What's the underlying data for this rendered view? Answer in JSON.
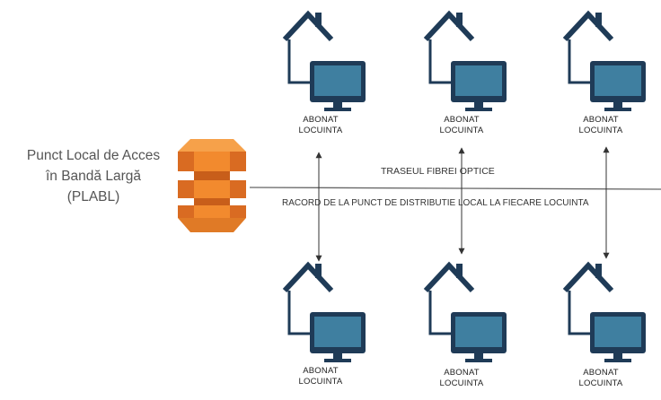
{
  "plabl": {
    "line1": "Punct Local de Acces",
    "line2": "în Bandă Largă",
    "line3": "(PLABL)"
  },
  "route_label": "TRASEUL FIBREI OPTICE",
  "connection_label": "RACORD DE LA PUNCT DE DISTRIBUTIE LOCAL LA FIECARE LOCUINTA",
  "subscribers": [
    {
      "line1": "ABONAT",
      "line2": "LOCUINTA",
      "row": "top"
    },
    {
      "line1": "ABONAT",
      "line2": "LOCUINTA",
      "row": "top"
    },
    {
      "line1": "ABONAT",
      "line2": "LOCUINTA",
      "row": "top"
    },
    {
      "line1": "ABONAT",
      "line2": "LOCUINTA",
      "row": "bottom"
    },
    {
      "line1": "ABONAT",
      "line2": "LOCUINTA",
      "row": "bottom"
    },
    {
      "line1": "ABONAT",
      "line2": "LOCUINTA",
      "row": "bottom"
    }
  ],
  "colors": {
    "house_stroke": "#1f3b57",
    "monitor_body": "#1f3b57",
    "monitor_screen": "#3f7fa0",
    "plabl_orange": "#f28a2e",
    "plabl_dark": "#c85e1a",
    "line": "#555555"
  }
}
